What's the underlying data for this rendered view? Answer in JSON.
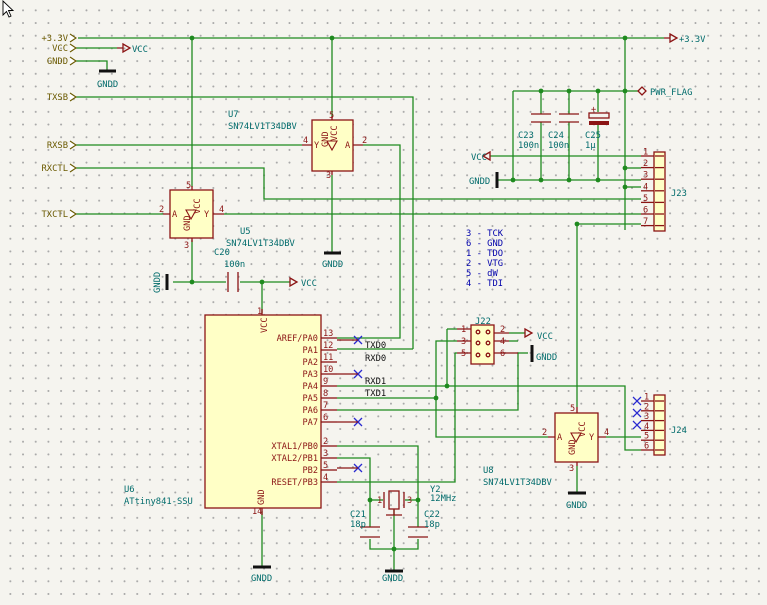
{
  "global_labels": {
    "v33": "+3.3V",
    "vcc": "VCC",
    "gndd": "GNDD",
    "txsb": "TXSB",
    "rxsb": "RXSB",
    "rxctl": "RXCTL",
    "txctl": "TXCTL"
  },
  "power": {
    "vcc": "VCC",
    "gndd": "GNDD",
    "v33": "+3.3V",
    "pwr_flag": "PWR_FLAG"
  },
  "components": {
    "u7": {
      "ref": "U7",
      "value": "SN74LV1T34DBV",
      "pins": {
        "vcc": "VCC",
        "gnd": "GND",
        "y": "Y",
        "a": "A",
        "p5": "5",
        "p3": "3",
        "p4": "4",
        "p2": "2"
      }
    },
    "u5": {
      "ref": "U5",
      "value": "SN74LV1T34DBV",
      "pins": {
        "vcc": "VCC",
        "gnd": "GND",
        "y": "Y",
        "a": "A",
        "p5": "5",
        "p3": "3",
        "p4": "4",
        "p2": "2"
      }
    },
    "u8": {
      "ref": "U8",
      "value": "SN74LV1T34DBV",
      "pins": {
        "vcc": "VCC",
        "gnd": "GND",
        "y": "Y",
        "a": "A",
        "p5": "5",
        "p3": "3",
        "p4": "4",
        "p2": "2"
      }
    },
    "c20": {
      "ref": "C20",
      "value": "100n"
    },
    "c21": {
      "ref": "C21",
      "value": "18p"
    },
    "c22": {
      "ref": "C22",
      "value": "18p"
    },
    "c23": {
      "ref": "C23",
      "value": "100n"
    },
    "c24": {
      "ref": "C24",
      "value": "100n"
    },
    "c25": {
      "ref": "C25",
      "value": "1µ"
    },
    "y2": {
      "ref": "Y2",
      "value": "12MHz",
      "pin1": "1",
      "pin3": "3"
    },
    "j22": {
      "ref": "J22",
      "pins": [
        "1",
        "2",
        "3",
        "4",
        "5",
        "6"
      ]
    },
    "j23": {
      "ref": "J23",
      "pins": [
        "1",
        "2",
        "3",
        "4",
        "5",
        "6",
        "7"
      ]
    },
    "j24": {
      "ref": "J24",
      "pins": [
        "1",
        "2",
        "3",
        "4",
        "5",
        "6"
      ]
    },
    "u6": {
      "ref": "U6",
      "value": "ATtiny841-SSU",
      "pin_vcc_num": "1",
      "pin_vcc_name": "VCC",
      "pin_gnd_num": "14",
      "pin_gnd_name": "GND",
      "pins": [
        {
          "num": "13",
          "name": "AREF/PA0"
        },
        {
          "num": "12",
          "name": "PA1"
        },
        {
          "num": "11",
          "name": "PA2"
        },
        {
          "num": "10",
          "name": "PA3"
        },
        {
          "num": "9",
          "name": "PA4"
        },
        {
          "num": "8",
          "name": "PA5"
        },
        {
          "num": "7",
          "name": "PA6"
        },
        {
          "num": "6",
          "name": "PA7"
        },
        {
          "num": "2",
          "name": "XTAL1/PB0"
        },
        {
          "num": "3",
          "name": "XTAL2/PB1"
        },
        {
          "num": "5",
          "name": "PB2"
        },
        {
          "num": "4",
          "name": "RESET/PB3"
        }
      ]
    }
  },
  "nets": {
    "txd0": "TXD0",
    "rxd0": "RXD0",
    "rxd1": "RXD1",
    "txd1": "TXD1"
  },
  "pinout_note": [
    "3 - TCK",
    "6 - GND",
    "1 - TDO",
    "2 - VTG",
    "5 - dW",
    "4 - TDI"
  ]
}
